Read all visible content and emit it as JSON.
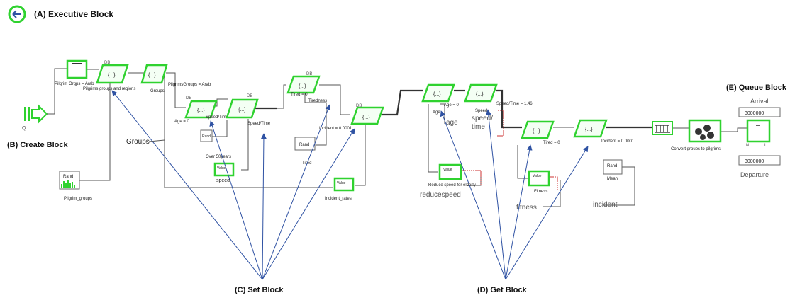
{
  "labels": {
    "executive": "(A) Executive Block",
    "create": "(B) Create Block",
    "set": "(C) Set Block",
    "get": "(D) Get Block",
    "queue": "(E) Queue Block"
  },
  "blocks": {
    "q_label": "Q",
    "pilgrim_orgs": "Pilgrim Orgps = Arab",
    "pilgrims_groups_regions": "Pilgrims groups and regions",
    "groups_block": "Groups",
    "pilgrims_groups_arab": "PilgrimsGroups = Arab",
    "age0": "Age = 0",
    "speed_time_146": "Speed/Time = 1.46",
    "speed_time": "Speed/Time",
    "tired0": "Tired = 0",
    "tiredness": "Tiredness",
    "incident_val": "Incident = 0.0001",
    "rand": "Rand",
    "tired": "Tired",
    "over50": "Over 50years",
    "value": "Value",
    "speed": "speed",
    "incident_rates": "Incident_rates",
    "pilgrim_groups": "Pilgrim_groups",
    "groups_side": "Groups",
    "db": "DB",
    "age0_b": "Age = 0",
    "age": "Age",
    "age_out": "age",
    "speed_b": "Speed",
    "speed_out_1": "speed/",
    "speed_out_2": "time",
    "speed_time_146_b": "Speed/Time = 1.46",
    "tired0_b": "Tired = 0",
    "incident_val_b": "Incident = 0.0001",
    "reduce": "Reduce speed for elderly",
    "reducespeed": "reducespeed",
    "fitness": "Fitness",
    "fitness_out": "fitness",
    "mean": "Mean",
    "incident_out": "incident",
    "convert": "Convert groups to pilgrims",
    "arrival": "Arrival",
    "arrival_val": "3000000",
    "departure": "Departure",
    "departure_val": "3000000",
    "n": "N",
    "l": "L",
    "dots": "{...}"
  },
  "colors": {
    "block_border": "#2fd22f",
    "arrow": "#2f52a3"
  }
}
